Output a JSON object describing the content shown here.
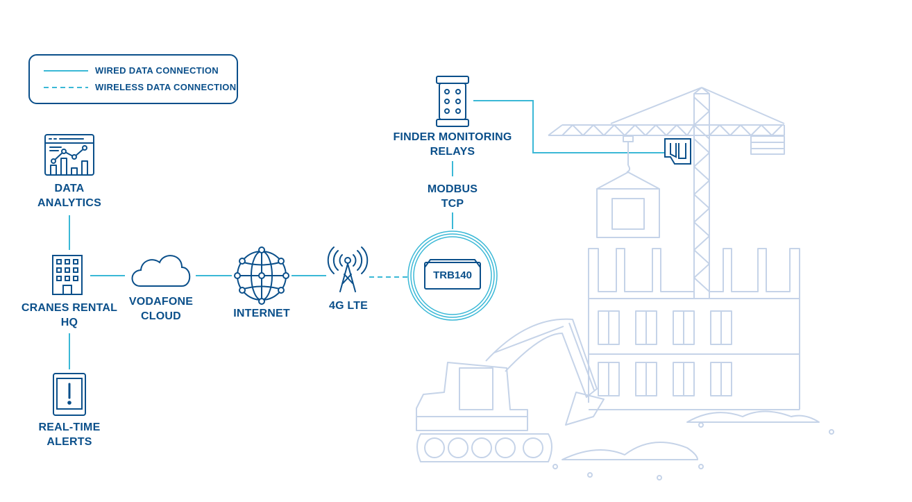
{
  "legend": {
    "wired": "WIRED DATA CONNECTION",
    "wireless": "WIRELESS DATA CONNECTION"
  },
  "nodes": {
    "data_analytics": {
      "line1": "DATA",
      "line2": "ANALYTICS"
    },
    "cranes_hq": {
      "line1": "CRANES RENTAL",
      "line2": "HQ"
    },
    "alerts": {
      "line1": "REAL-TIME",
      "line2": "ALERTS"
    },
    "cloud": {
      "line1": "VODAFONE",
      "line2": "CLOUD"
    },
    "internet": {
      "line1": "INTERNET"
    },
    "lte": {
      "line1": "4G LTE"
    },
    "router": {
      "model": "TRB140"
    },
    "modbus": {
      "line1": "MODBUS",
      "line2": "TCP"
    },
    "relays": {
      "line1": "FINDER MONITORING",
      "line2": "RELAYS"
    }
  },
  "colors": {
    "connection": "#3ab8d6",
    "text": "#0a4f8a",
    "illustration": "#c5d3e8"
  }
}
